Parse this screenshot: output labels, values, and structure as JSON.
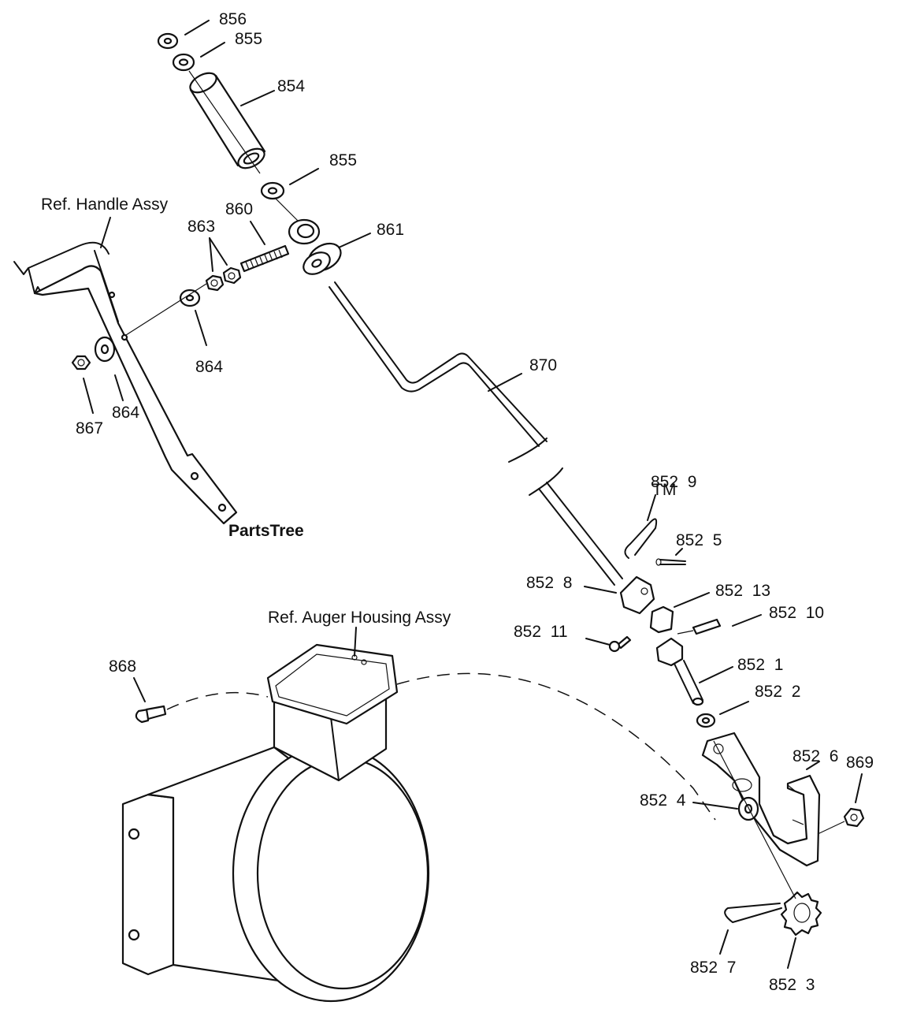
{
  "watermark": {
    "text": "PartsTree",
    "trademark": "TM"
  },
  "references": {
    "handle": "Ref. Handle Assy",
    "auger_housing": "Ref. Auger Housing Assy"
  },
  "callouts": {
    "p856": "856",
    "p855_top": "855",
    "p854": "854",
    "p855_mid": "855",
    "p860": "860",
    "p863": "863",
    "p861": "861",
    "p864_a": "864",
    "p864_b": "864",
    "p867": "867",
    "p870": "870",
    "p852_9": "852  9",
    "p852_5": "852  5",
    "p852_8": "852  8",
    "p852_13": "852  13",
    "p852_11": "852  11",
    "p852_10": "852  10",
    "p852_1": "852  1",
    "p852_2": "852  2",
    "p852_6": "852  6",
    "p869": "869",
    "p868": "868",
    "p852_4": "852  4",
    "p852_7": "852  7",
    "p852_3": "852  3"
  }
}
